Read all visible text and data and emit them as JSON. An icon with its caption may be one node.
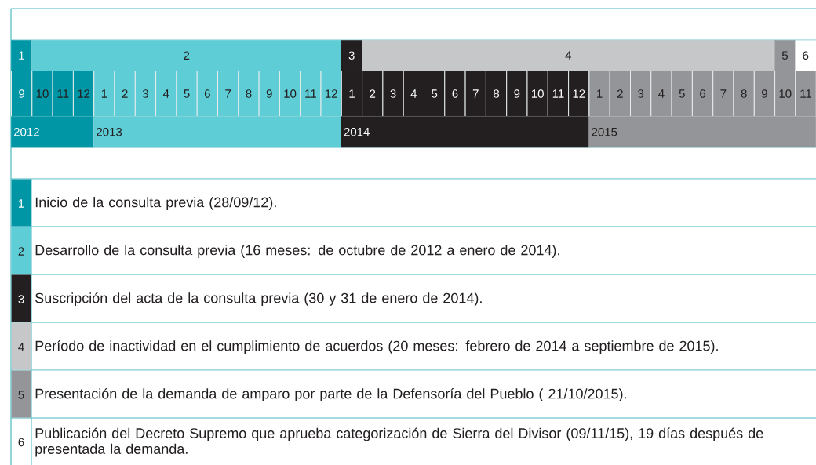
{
  "diagram": {
    "nodes": [
      {
        "text": [
          "1"
        ]
      },
      {
        "text": [
          "2"
        ]
      },
      {
        "text": [
          "3"
        ]
      },
      {
        "text": [
          "4"
        ]
      },
      {
        "text": [
          "5"
        ]
      },
      {
        "text": [
          "6"
        ]
      },
      {
        "text": [
          "9"
        ]
      },
      {
        "text": [
          "10"
        ]
      },
      {
        "text": [
          "11"
        ]
      },
      {
        "text": [
          "12"
        ]
      },
      {
        "text": [
          "1"
        ]
      },
      {
        "text": [
          "2"
        ]
      },
      {
        "text": [
          "3"
        ]
      },
      {
        "text": [
          "4"
        ]
      },
      {
        "text": [
          "5"
        ]
      },
      {
        "text": [
          "6"
        ]
      },
      {
        "text": [
          "7"
        ]
      },
      {
        "text": [
          "8"
        ]
      },
      {
        "text": [
          "9"
        ]
      },
      {
        "text": [
          "10"
        ]
      },
      {
        "text": [
          "11"
        ]
      },
      {
        "text": [
          "12"
        ]
      },
      {
        "text": [
          "1"
        ]
      },
      {
        "text": [
          "2"
        ]
      },
      {
        "text": [
          "3"
        ]
      },
      {
        "text": [
          "4"
        ]
      },
      {
        "text": [
          "5"
        ]
      },
      {
        "text": [
          "6"
        ]
      },
      {
        "text": [
          "7"
        ]
      },
      {
        "text": [
          "8"
        ]
      },
      {
        "text": [
          "9"
        ]
      },
      {
        "text": [
          "10"
        ]
      },
      {
        "text": [
          "11"
        ]
      },
      {
        "text": [
          "12"
        ]
      },
      {
        "text": [
          "1"
        ]
      },
      {
        "text": [
          "2"
        ]
      },
      {
        "text": [
          "3"
        ]
      },
      {
        "text": [
          "4"
        ]
      },
      {
        "text": [
          "5"
        ]
      },
      {
        "text": [
          "6"
        ]
      },
      {
        "text": [
          "7"
        ]
      },
      {
        "text": [
          "8"
        ]
      },
      {
        "text": [
          "9"
        ]
      },
      {
        "text": [
          "10"
        ]
      },
      {
        "text": [
          "11"
        ]
      },
      {
        "text": [
          "2012"
        ]
      },
      {
        "text": [
          "2013"
        ]
      },
      {
        "text": [
          "2014"
        ]
      },
      {
        "text": [
          "2015"
        ]
      }
    ],
    "labels": [
      "1",
      "2",
      "3",
      "4",
      "5",
      "6"
    ],
    "legend": [
      {
        "text": "Inicio de la consulta previa  (28/09/12).",
        "color": "#0096a5"
      },
      {
        "text": "Desarrollo de la consulta previa  (16 meses: de octubre de 2012 a enero de 2014).",
        "color": "#5ecdd5"
      },
      {
        "text": "Suscripción del acta de la consulta previa (30 y 31 de enero de 2014).",
        "color": "#231f20"
      },
      {
        "text": "Período de inactividad en el cumplimiento de acuerdos (20 meses: febrero de 2014 a septiembre de 2015).",
        "color": "#c6c7c9"
      },
      {
        "text": "Presentación de la demanda de amparo por parte de la Defensoría del Pueblo ( 21/10/2015).",
        "color": "#939598"
      },
      {
        "text": "Publicación del Decreto Supremo que aprueba categorización de Sierra del Divisor (09/11/15), 19 días después de presentada la demanda."
      }
    ]
  }
}
